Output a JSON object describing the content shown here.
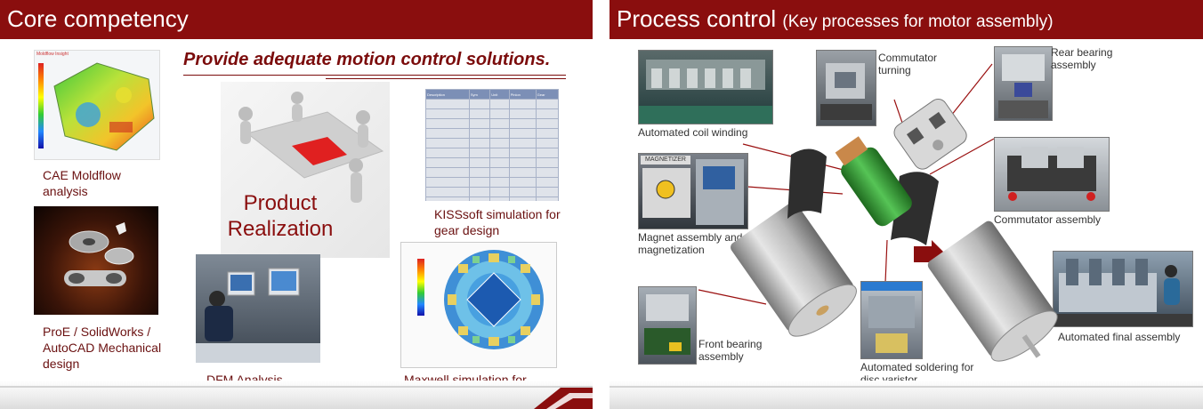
{
  "left": {
    "header": "Core competency",
    "tagline": "Provide adequate motion control solutions.",
    "center_label": "Product Realization",
    "cae_window_title": "Moldflow Insight",
    "items": {
      "cae": "CAE Moldflow analysis",
      "proe": "ProE / SolidWorks / AutoCAD Mechanical design",
      "dfm": "DFM Analysis",
      "kiss": "KISSsoft simulation for gear design",
      "maxwell": "Maxwell simulation for motor design"
    },
    "kiss_table": {
      "headers": [
        "Description",
        "Sym",
        "Unit",
        "Pinion",
        "Gear"
      ]
    }
  },
  "right": {
    "header_main": "Process control",
    "header_sub": "(Key processes for motor assembly)",
    "magnetizer_label": "MAGNETIZER",
    "steps": {
      "coil": "Automated coil winding",
      "turning": "Commutator turning",
      "rear": "Rear bearing assembly",
      "commutator": "Commutator assembly",
      "magnet": "Magnet assembly and magnetization",
      "front": "Front bearing assembly",
      "solder": "Automated soldering for disc varistor",
      "final": "Automated final assembly"
    }
  },
  "colors": {
    "header_bg": "#8a0e0e",
    "caption": "#6a1010",
    "accent": "#7b0c0c"
  }
}
